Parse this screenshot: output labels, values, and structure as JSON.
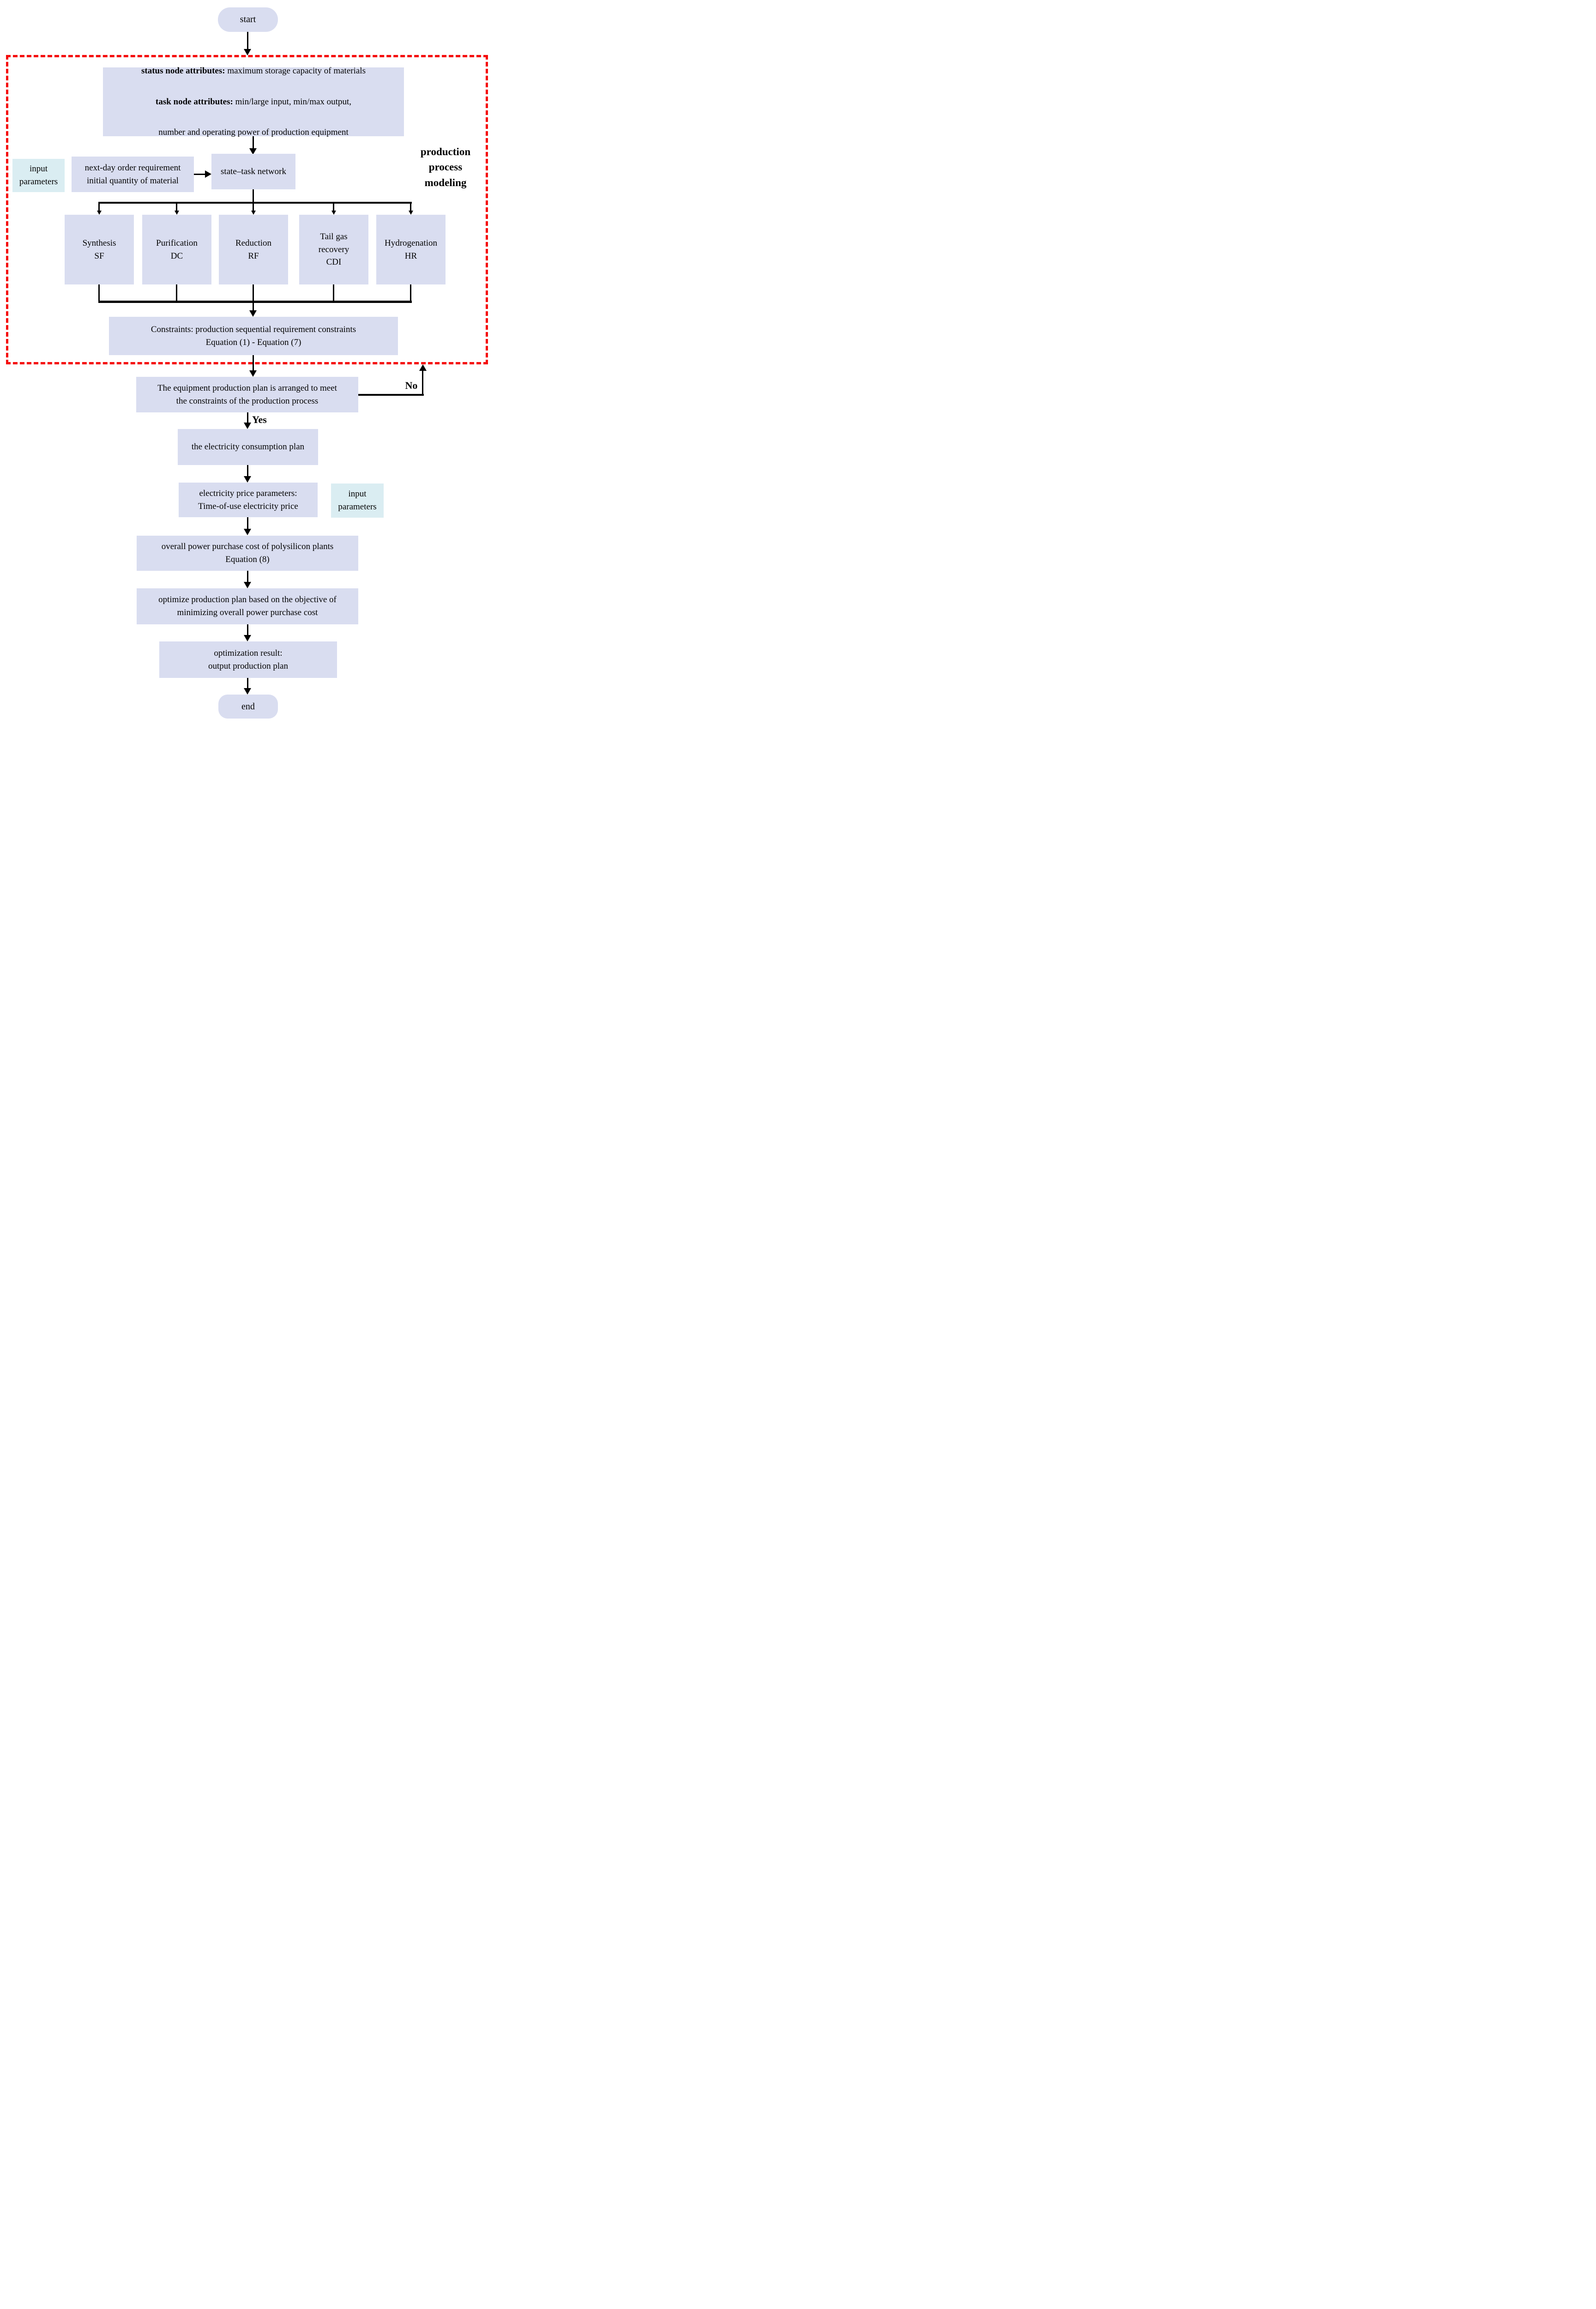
{
  "colors": {
    "node_fill": "#d9ddf0",
    "input_node_fill": "#daedf2",
    "dashed_region_border": "#f50a0a",
    "connector": "#000000",
    "background": "#ffffff"
  },
  "nodes": {
    "start": "start",
    "attributes": {
      "line1_bold": "status node attributes:",
      "line1_rest": " maximum storage capacity of materials",
      "line2_bold": "task node attributes:",
      "line2_rest": " min/large input, min/max output,",
      "line3": "number and operating power of production equipment"
    },
    "input_parameters_top": "input\nparameters",
    "next_day_order": "next-day order requirement\ninitial quantity of material",
    "state_task_network": "state–task network",
    "region_label": "production\nprocess\nmodeling",
    "tasks": [
      {
        "label": "Synthesis\nSF"
      },
      {
        "label": "Purification\nDC"
      },
      {
        "label": "Reduction\nRF"
      },
      {
        "label": "Tail gas\nrecovery\nCDI"
      },
      {
        "label": "Hydrogenation\nHR"
      }
    ],
    "constraints": "Constraints: production sequential requirement constraints\nEquation (1) - Equation (7)",
    "equipment_check": "The equipment production plan is arranged to meet\nthe constraints of the production process",
    "no_label": "No",
    "yes_label": "Yes",
    "electricity_consumption": "the electricity consumption plan",
    "electricity_price": "electricity price parameters:\nTime-of-use electricity price",
    "input_parameters_bottom": "input\nparameters",
    "overall_cost": "overall power purchase cost of polysilicon plants\nEquation (8)",
    "optimize": "optimize production plan based on the objective of\nminimizing overall power purchase cost",
    "result": "optimization result:\noutput production plan",
    "end": "end"
  }
}
